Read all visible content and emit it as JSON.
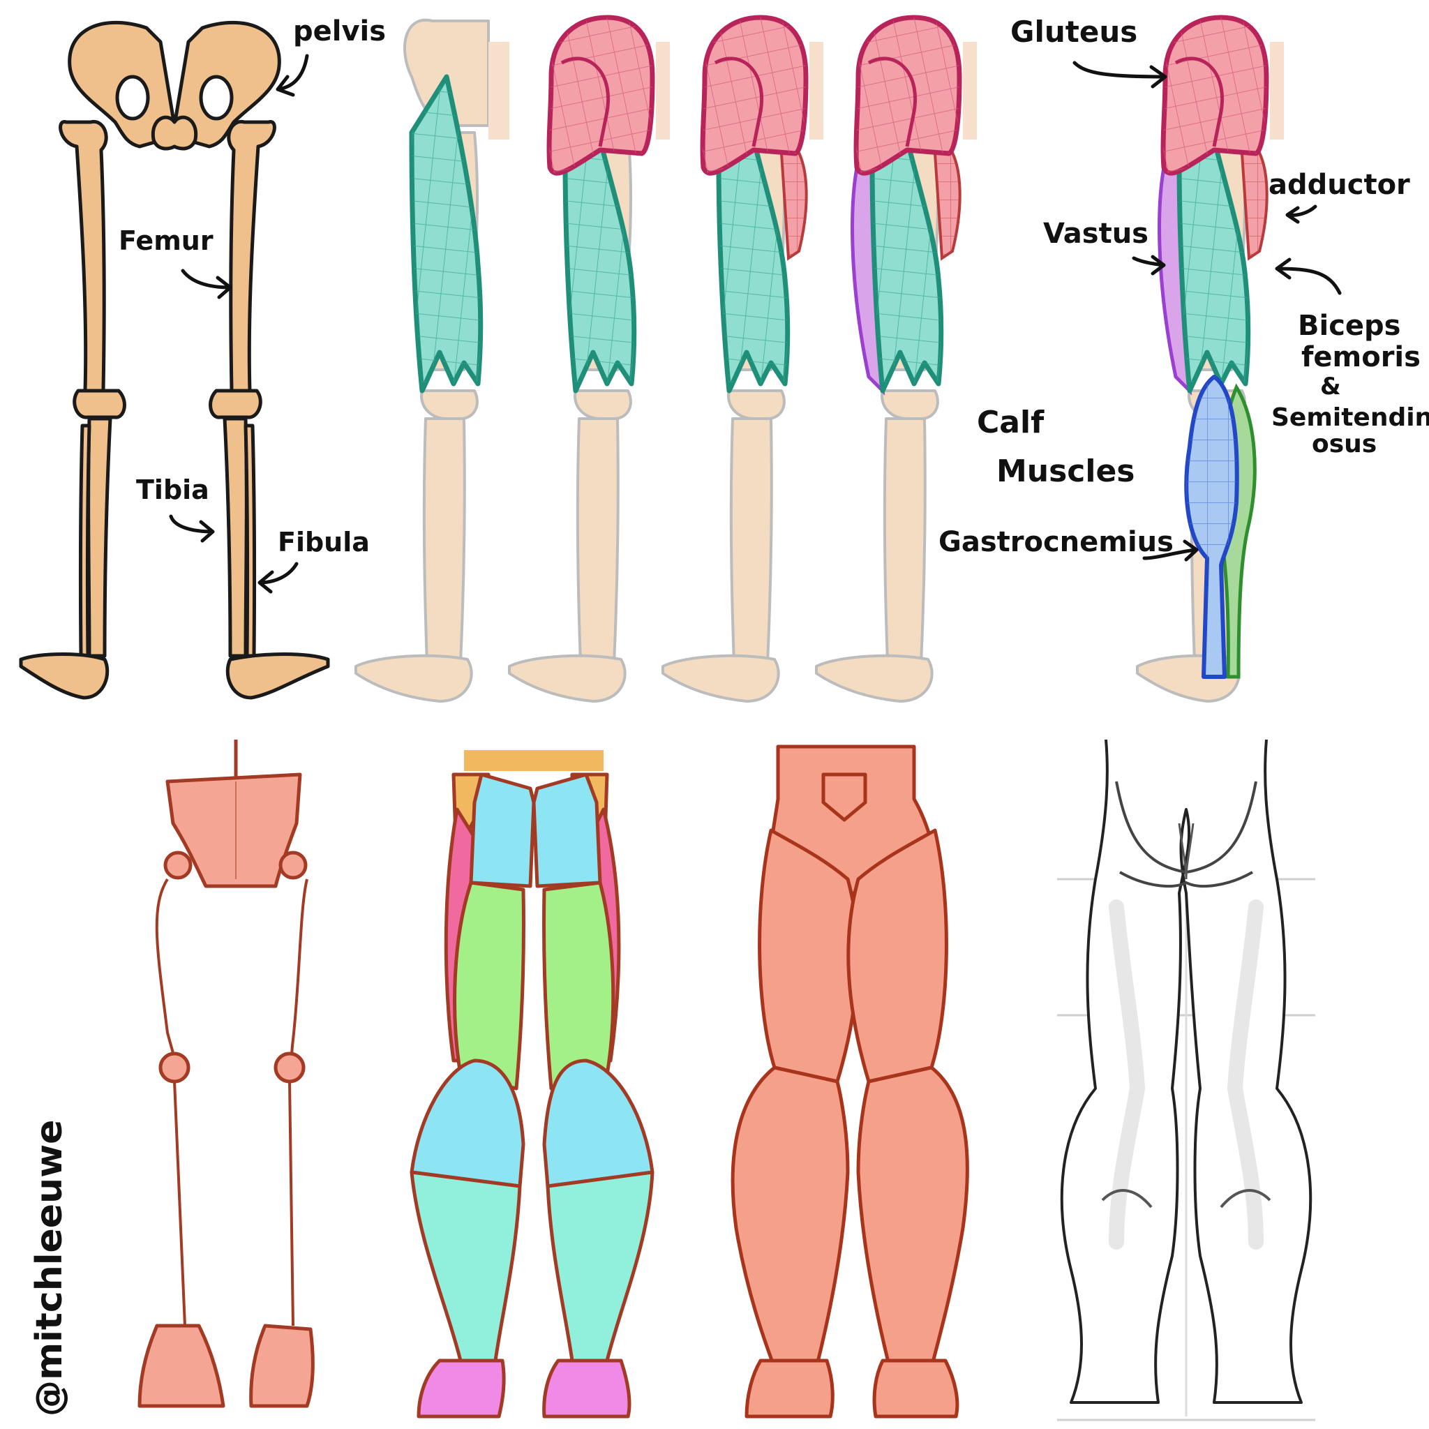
{
  "labels": {
    "pelvis": "pelvis",
    "femur": "Femur",
    "tibia": "Tibia",
    "fibula": "Fibula",
    "gluteus": "Gluteus",
    "adductor": "adductor",
    "vastus": "Vastus",
    "biceps_line1": "Biceps",
    "biceps_line2": "femoris",
    "biceps_line3": "&",
    "biceps_line4": "Semitendin-",
    "biceps_line5": "osus",
    "calf_line1": "Calf",
    "calf_line2": "Muscles",
    "gastrocnemius": "Gastrocnemius",
    "watermark": "@mitchleeuwe"
  },
  "colors": {
    "bone": "#f0c08c",
    "bone_faded": "#f4dcc3",
    "bone_outline": "#1a1a1a",
    "gluteus": "#f3a0a8",
    "gluteus_outline": "#b8245a",
    "vastus_teal": "#8fded0",
    "vastus_outline": "#1f8f7a",
    "vastus_purple": "#d9a4ea",
    "purple_outline": "#9a3fd0",
    "gastrocnemius": "#a9c9f3",
    "gastro_outline": "#2247c7",
    "soleus_green": "#a6d99a",
    "green_outline": "#2f8f2f",
    "simple_salmon": "#f5a594",
    "simple_outline": "#a33a24",
    "block_cyan": "#8de4f2",
    "block_green": "#a4f088",
    "block_pink": "#f06aa0",
    "block_magenta": "#f08ae6",
    "block_teal": "#90f0dc",
    "block_orange": "#f2b860",
    "mass_salmon": "#f4a08a",
    "mass_outline": "#a8341c",
    "sketch_grey": "#e4e4e4"
  }
}
